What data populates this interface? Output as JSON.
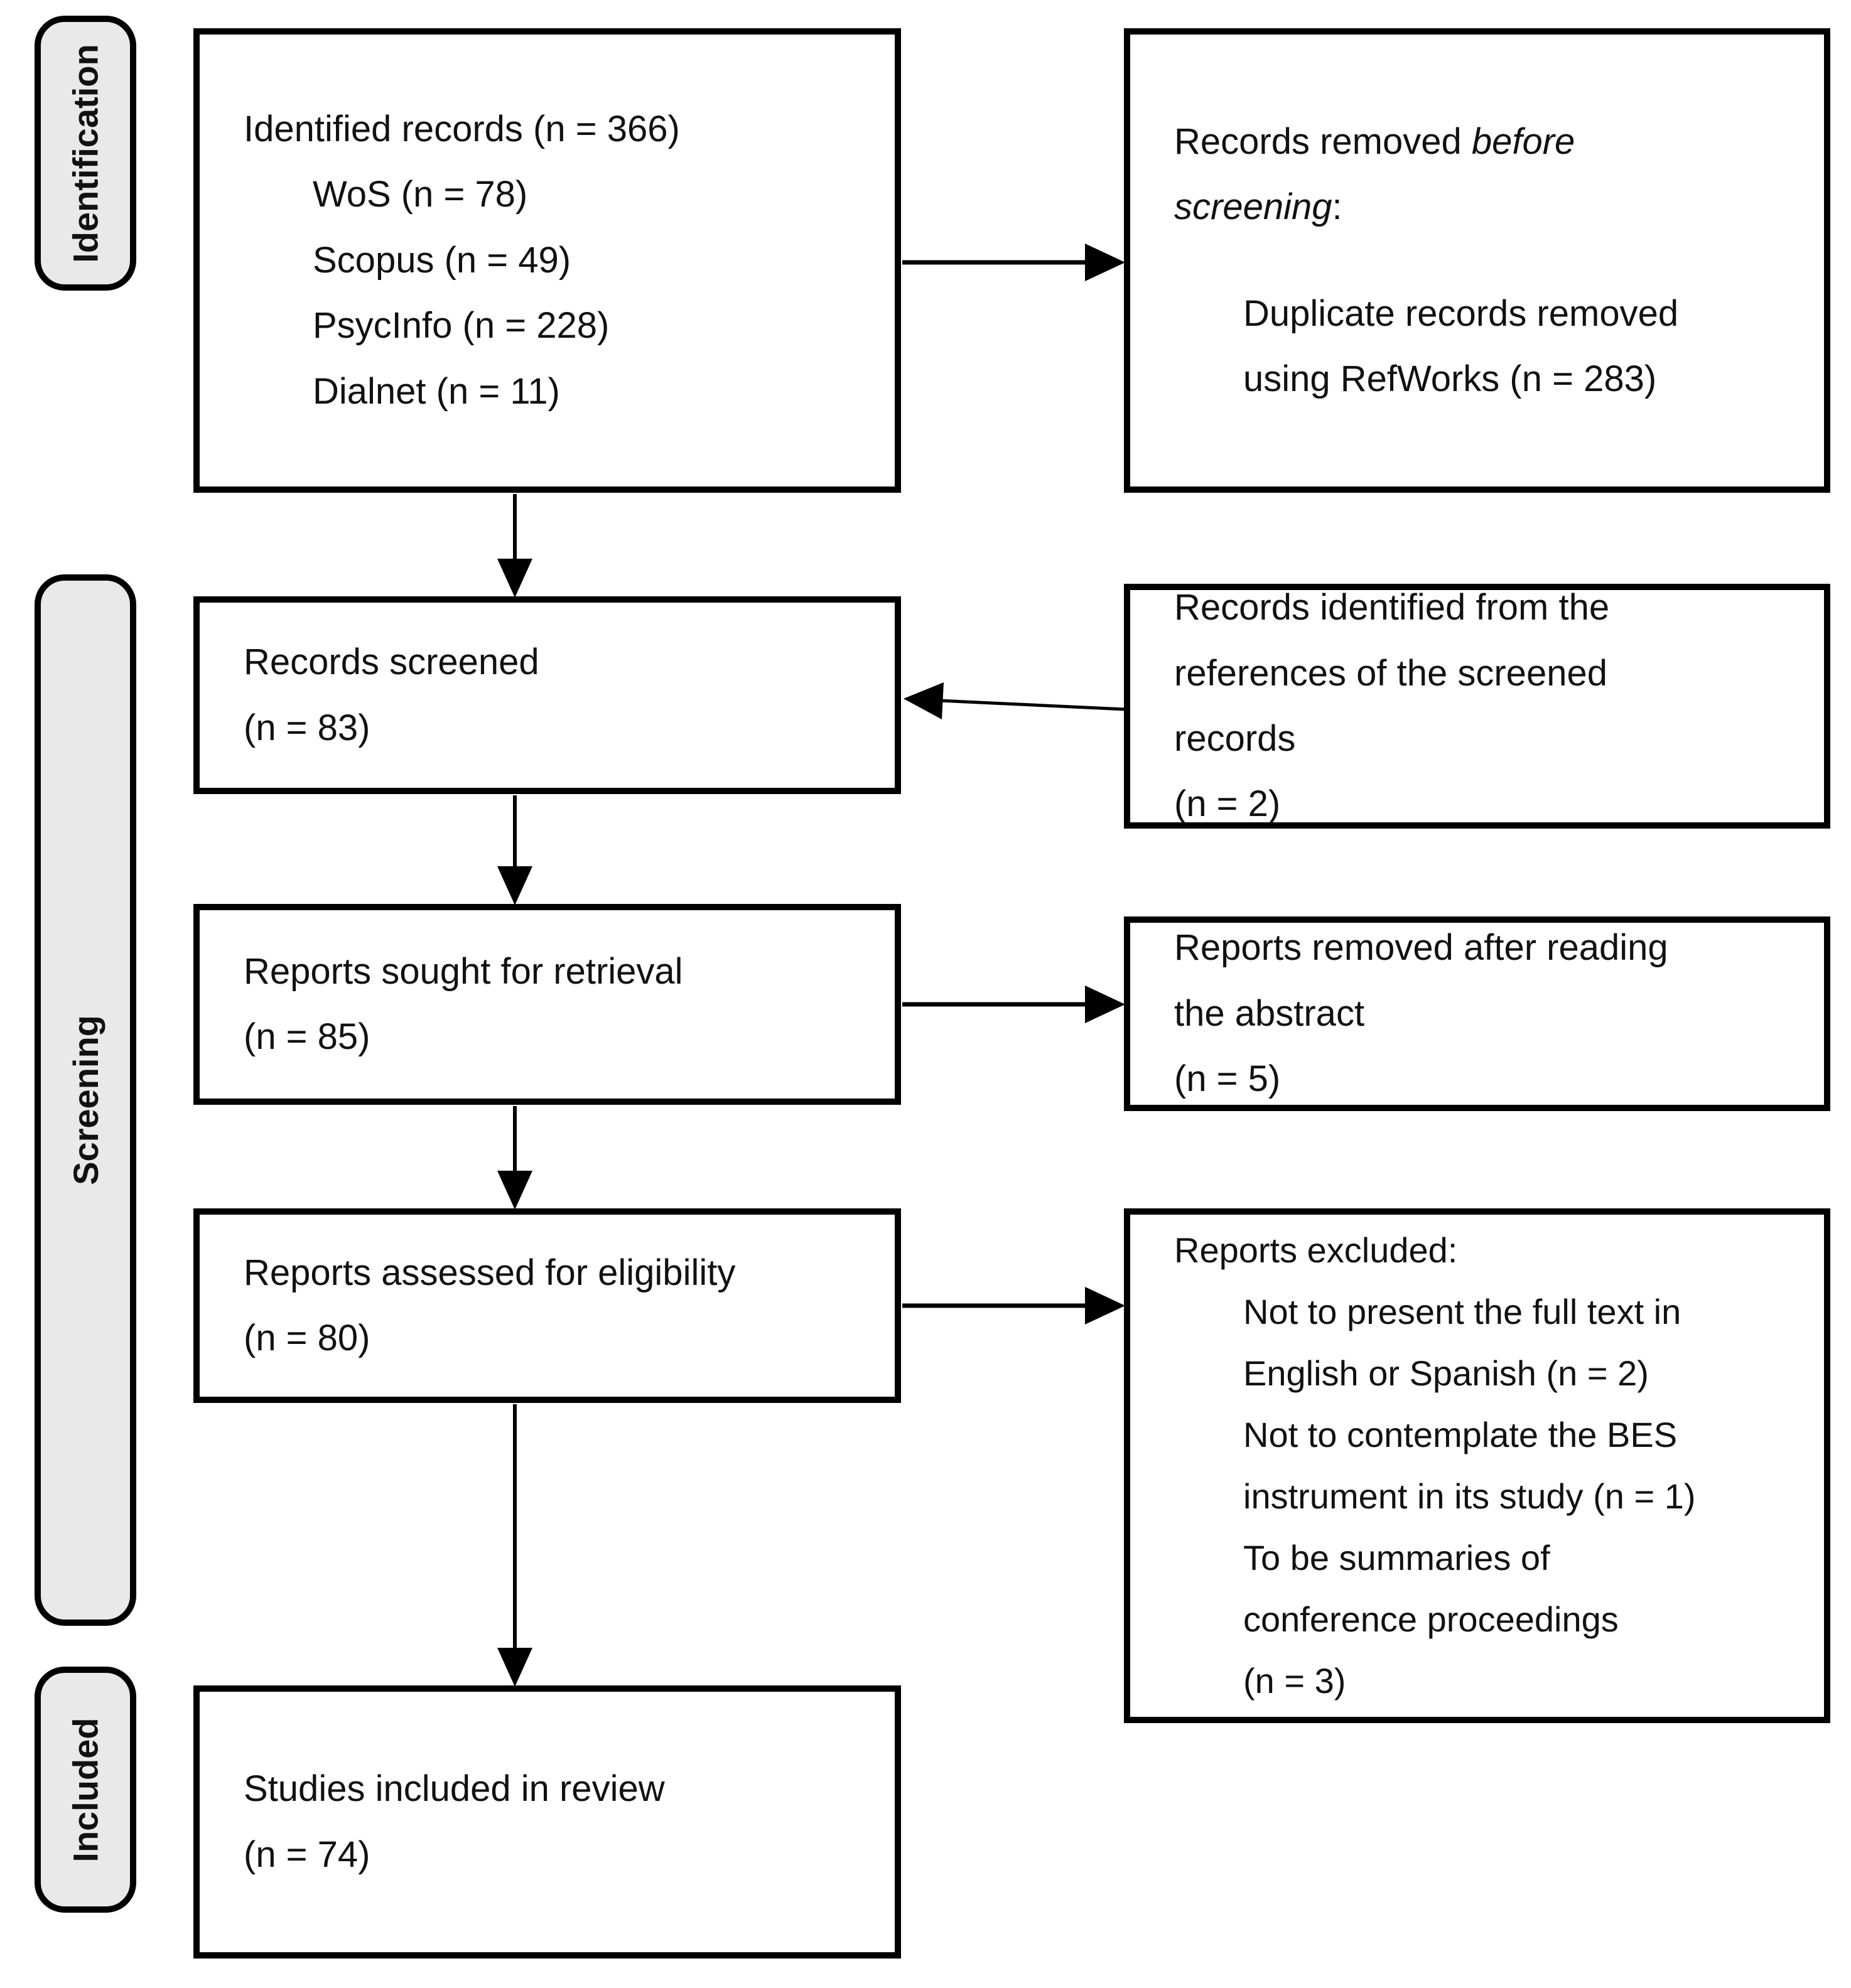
{
  "colors": {
    "background": "#ffffff",
    "box_border": "#000000",
    "stage_fill": "#e9e9e9",
    "text": "#111111"
  },
  "stages": [
    {
      "label": "Identification"
    },
    {
      "label": "Screening"
    },
    {
      "label": "Included"
    }
  ],
  "boxes": {
    "identified": {
      "title": "Identified records (n = 366)",
      "items": [
        "WoS (n = 78)",
        "Scopus (n = 49)",
        "PsycInfo (n = 228)",
        "Dialnet (n = 11)"
      ]
    },
    "removed_before": {
      "prefix": "Records removed ",
      "italic_line1": "before",
      "italic_line2": "screening",
      "colon": ":",
      "detail_lines": [
        "Duplicate records removed",
        "using RefWorks (n = 283)"
      ]
    },
    "screened": {
      "lines": [
        "Records screened",
        "(n = 83)"
      ]
    },
    "references": {
      "lines": [
        "Records identified from the",
        "references of the screened",
        "records",
        "(n = 2)"
      ]
    },
    "sought": {
      "lines": [
        "Reports sought for retrieval",
        "(n = 85)"
      ]
    },
    "removed_abstract": {
      "lines": [
        "Reports removed after reading",
        "the abstract",
        "(n = 5)"
      ]
    },
    "assessed": {
      "lines": [
        "Reports assessed for eligibility",
        "(n = 80)"
      ]
    },
    "excluded": {
      "heading": "Reports excluded:",
      "reasons": [
        {
          "lines": [
            "Not to present the full text in",
            "English or Spanish (n = 2)"
          ]
        },
        {
          "lines": [
            "Not to contemplate the BES",
            "instrument in its study (n = 1)"
          ]
        },
        {
          "lines": [
            "To be summaries of",
            "conference proceedings",
            "(n = 3)"
          ]
        }
      ]
    },
    "included_review": {
      "lines": [
        "Studies included in review",
        "(n = 74)"
      ]
    }
  }
}
